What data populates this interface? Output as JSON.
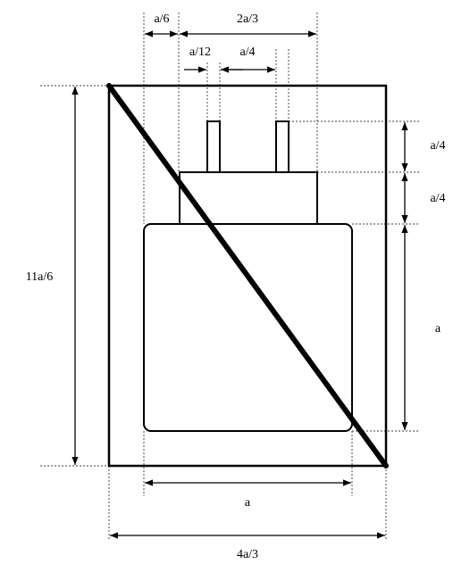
{
  "labels": {
    "a6": "a/6",
    "two_a3": "2a/3",
    "a12": "a/12",
    "a4_top": "a/4",
    "a4_right_1": "a/4",
    "a4_right_2": "a/4",
    "a_right": "a",
    "eleven_a6": "11a/6",
    "a_bottom": "a",
    "four_a3": "4a/3"
  },
  "colors": {
    "line": "#000000",
    "background": "#ffffff"
  }
}
